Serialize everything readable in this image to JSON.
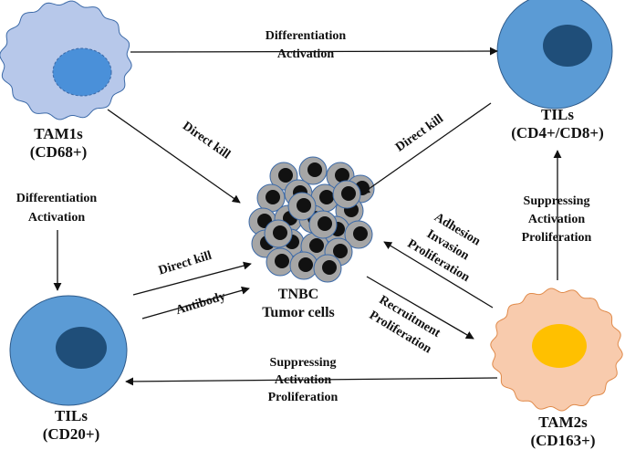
{
  "colors": {
    "tam1_body": "#b7c8ea",
    "tam1_nucleus": "#4a90d9",
    "til_body": "#5b9bd5",
    "til_nucleus": "#1f4e79",
    "tam2_body": "#f8cbad",
    "tam2_nucleus": "#ffc000",
    "tumor_body": "#a6a6a6",
    "tumor_nucleus": "#111111",
    "outline": "#3c6aa8",
    "arrow": "#111111"
  },
  "cells": {
    "tam1": {
      "title_line1": "TAM1s",
      "title_line2": "(CD68+)"
    },
    "til_cd48": {
      "title_line1": "TILs",
      "title_line2": "(CD4+/CD8+)"
    },
    "til_cd20": {
      "title_line1": "TILs",
      "title_line2": "(CD20+)"
    },
    "tam2": {
      "title_line1": "TAM2s",
      "title_line2": "(CD163+)"
    },
    "tnbc": {
      "title_line1": "TNBC",
      "title_line2": "Tumor cells"
    }
  },
  "edges": {
    "tam1_to_til_top": {
      "line1": "Differentiation",
      "line2": "Activation"
    },
    "tam1_to_til_bottom": {
      "line1": "Differentiation",
      "line2": "Activation"
    },
    "tam1_to_tnbc": {
      "label": "Direct kill"
    },
    "til_top_to_tnbc": {
      "label": "Direct kill"
    },
    "til_bottom_to_tnbc_a": {
      "label": "Direct kill"
    },
    "til_bottom_to_tnbc_b": {
      "label": "Antibody"
    },
    "tam2_to_tnbc": {
      "line1": "Adhesion",
      "line2": "Invasion",
      "line3": "Proliferation"
    },
    "tnbc_to_tam2": {
      "line1": "Recruitment",
      "line2": "Proliferation"
    },
    "tam2_to_til_top": {
      "line1": "Suppressing",
      "line2": "Activation",
      "line3": "Proliferation"
    },
    "tam2_to_til_bottom": {
      "line1": "Suppressing",
      "line2": "Activation",
      "line3": "Proliferation"
    }
  }
}
